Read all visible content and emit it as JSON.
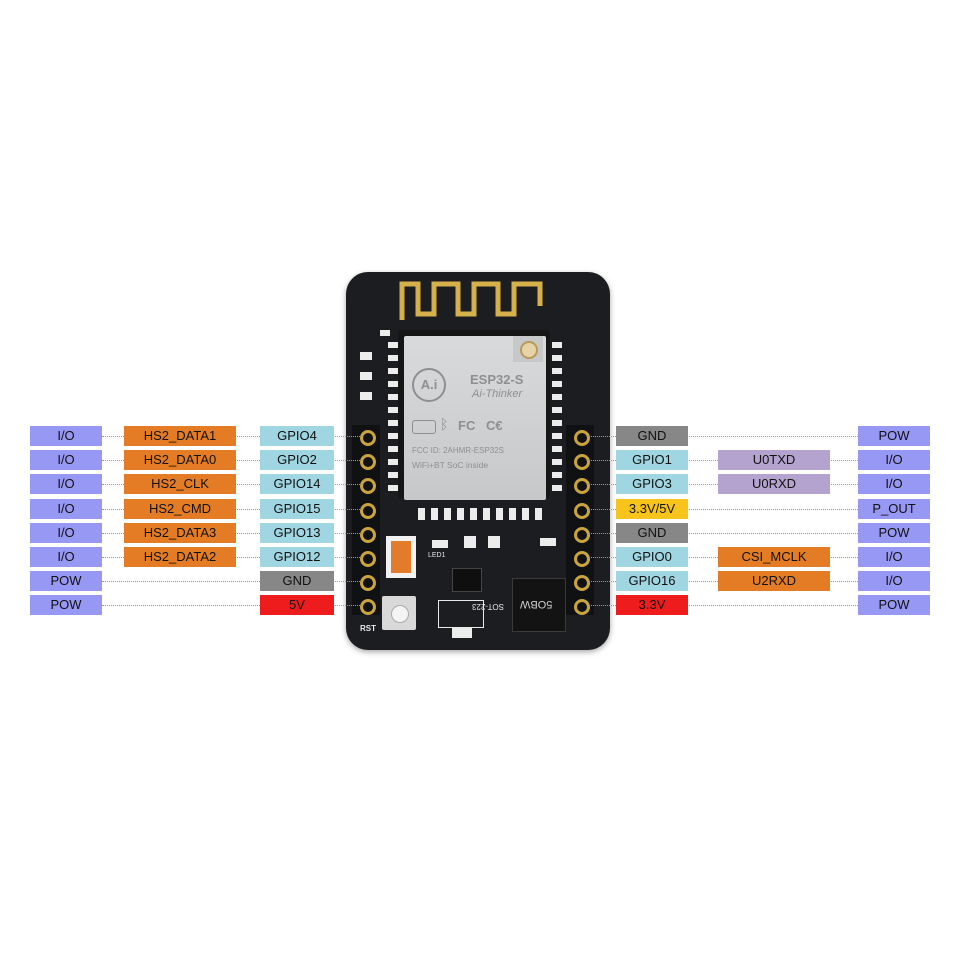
{
  "colors": {
    "io": "#9797f4",
    "hs2": "#e37c24",
    "gpio": "#9fd6e2",
    "gnd": "#878787",
    "red": "#ee1c1c",
    "yellow": "#f7c31d",
    "uart": "#b4a3cf",
    "pow": "#9797f4"
  },
  "board": {
    "module_brand": "ESP32-S",
    "module_maker": "Ai-Thinker",
    "module_fcc": "FCC ID: 2AHMR-ESP32S",
    "module_wifi_bt": "WiFi+BT SoC inside",
    "logo_mark": "A.i",
    "led_label": "LED1",
    "rst_label": "RST",
    "chip_label": "5OBW",
    "regulator_label": "SOT-223"
  },
  "left_rows": [
    {
      "type": "I/O",
      "func": "HS2_DATA1",
      "pin": "GPIO4",
      "pin_color": "gpio"
    },
    {
      "type": "I/O",
      "func": "HS2_DATA0",
      "pin": "GPIO2",
      "pin_color": "gpio"
    },
    {
      "type": "I/O",
      "func": "HS2_CLK",
      "pin": "GPIO14",
      "pin_color": "gpio"
    },
    {
      "type": "I/O",
      "func": "HS2_CMD",
      "pin": "GPIO15",
      "pin_color": "gpio"
    },
    {
      "type": "I/O",
      "func": "HS2_DATA3",
      "pin": "GPIO13",
      "pin_color": "gpio"
    },
    {
      "type": "I/O",
      "func": "HS2_DATA2",
      "pin": "GPIO12",
      "pin_color": "gpio"
    },
    {
      "type": "POW",
      "func": "",
      "pin": "GND",
      "pin_color": "gnd"
    },
    {
      "type": "POW",
      "func": "",
      "pin": "5V",
      "pin_color": "red"
    }
  ],
  "right_rows": [
    {
      "pin": "GND",
      "pin_color": "gnd",
      "func": "",
      "type": "POW"
    },
    {
      "pin": "GPIO1",
      "pin_color": "gpio",
      "func": "U0TXD",
      "func_color": "uart",
      "type": "I/O"
    },
    {
      "pin": "GPIO3",
      "pin_color": "gpio",
      "func": "U0RXD",
      "func_color": "uart",
      "type": "I/O"
    },
    {
      "pin": "3.3V/5V",
      "pin_color": "yellow",
      "func": "",
      "type": "P_OUT"
    },
    {
      "pin": "GND",
      "pin_color": "gnd",
      "func": "",
      "type": "POW"
    },
    {
      "pin": "GPIO0",
      "pin_color": "gpio",
      "func": "CSI_MCLK",
      "func_color": "hs2",
      "type": "I/O"
    },
    {
      "pin": "GPIO16",
      "pin_color": "gpio",
      "func": "U2RXD",
      "func_color": "hs2",
      "type": "I/O"
    },
    {
      "pin": "3.3V",
      "pin_color": "red",
      "func": "",
      "type": "POW"
    }
  ]
}
